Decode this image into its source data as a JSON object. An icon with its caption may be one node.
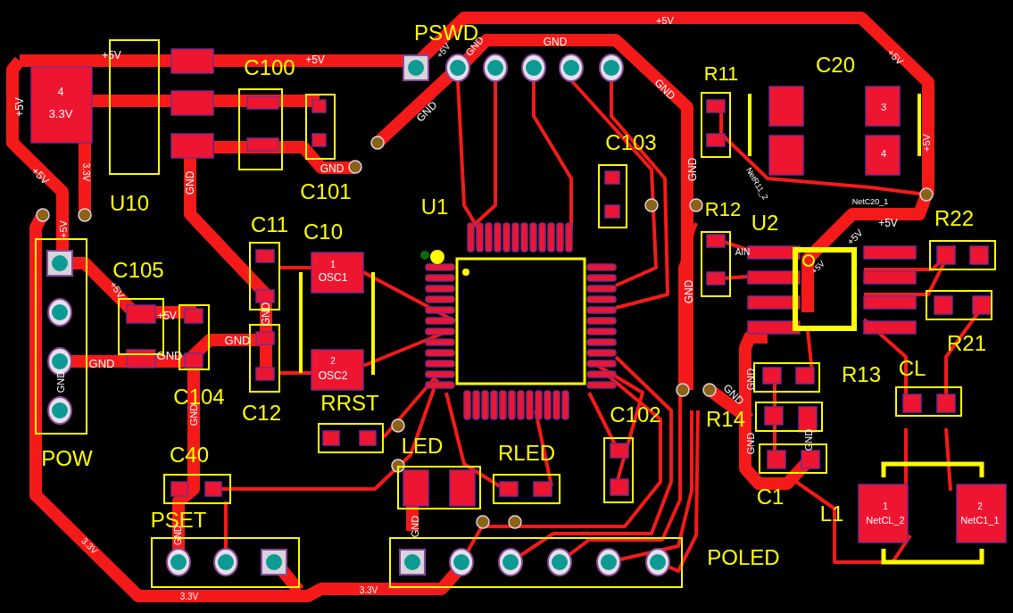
{
  "diagram": {
    "labels": [
      "PSWD",
      "+5V",
      "GND",
      "+5V",
      "GND",
      "+5V",
      "C100",
      "+5V",
      "GND",
      "R11",
      "C20",
      "+5V",
      "4",
      "3.3V",
      "+5V",
      "GND",
      "C103",
      "3",
      "4",
      "+5V",
      "+5V",
      "3.3V",
      "GND",
      "GND",
      "C101",
      "U10",
      "NetR11_2",
      "NetC20_1",
      "GND",
      "U1",
      "R12",
      "U2",
      "+5V",
      "R22",
      "+5V",
      "C11",
      "C10",
      "C105",
      "AIN",
      "+5V",
      "+5V",
      "1",
      "OSC1",
      "+5V",
      "+5V",
      "GND",
      "GND",
      "GND",
      "GND",
      "GND",
      "2",
      "OSC2",
      "GND",
      "R13",
      "C104",
      "C12",
      "RRST",
      "GND",
      "R14",
      "GND",
      "CL",
      "R21",
      "GND",
      "LED",
      "C40",
      "RLED",
      "C102",
      "GND",
      "GND",
      "C1",
      "1",
      "NetCL_2",
      "2",
      "NetC1_1",
      "L1",
      "PSET",
      "GND",
      "GND",
      "POLED",
      "POW",
      "3.3V",
      "3.3V",
      "3.3V"
    ]
  }
}
